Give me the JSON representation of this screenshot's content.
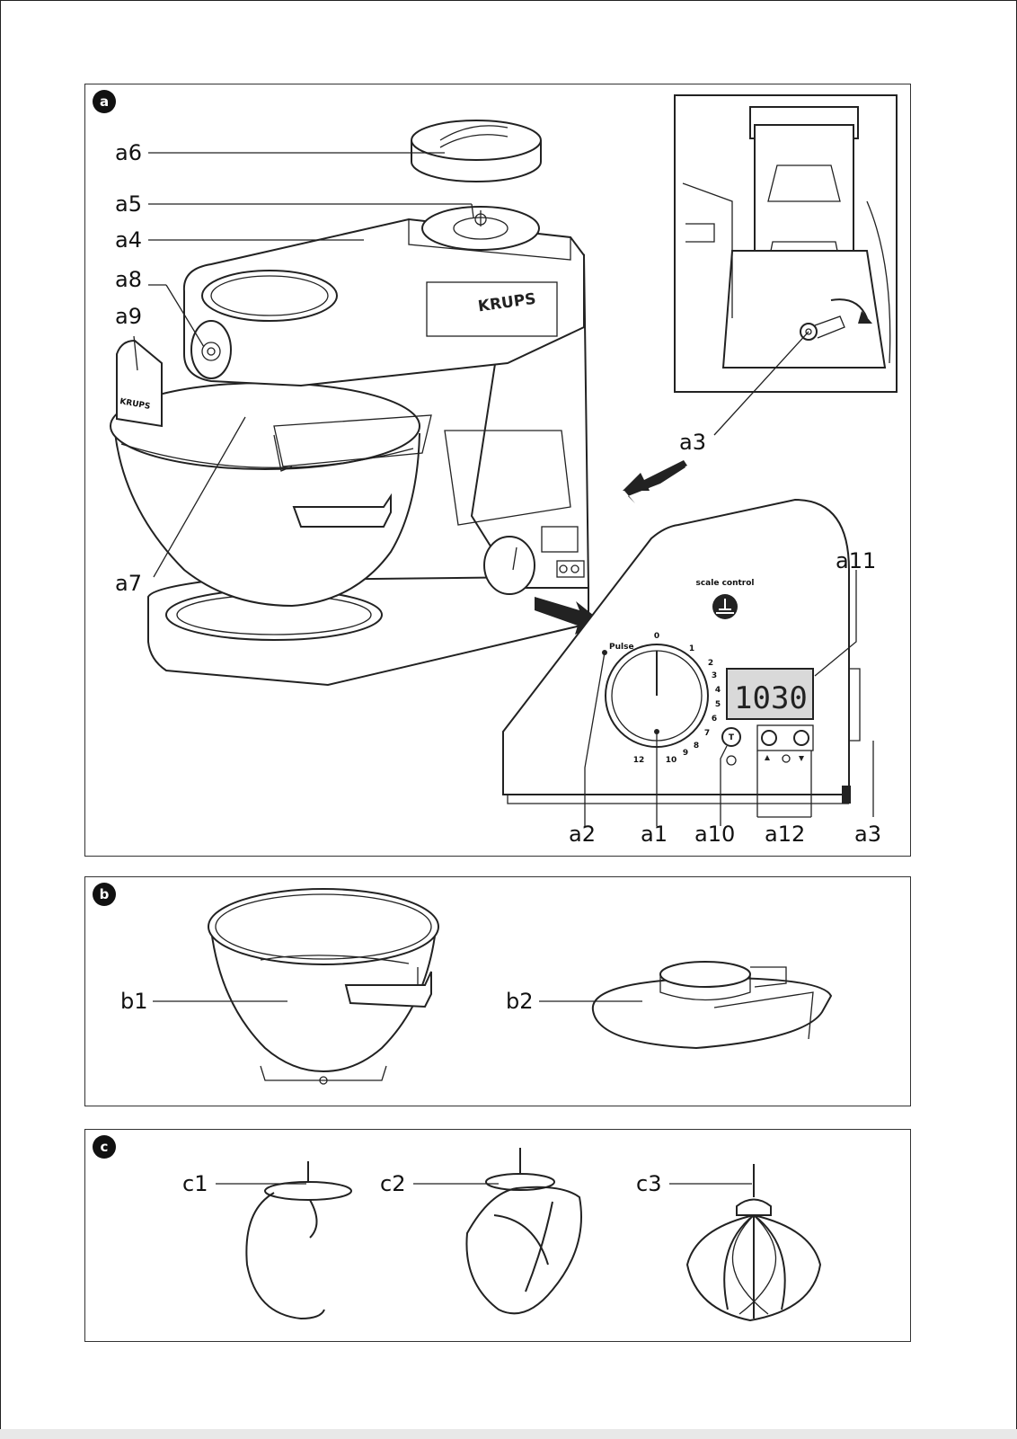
{
  "figure_a": {
    "badge": "a",
    "labels": {
      "a1": "a1",
      "a2": "a2",
      "a3": "a3",
      "a3_inset": "a3",
      "a4": "a4",
      "a5": "a5",
      "a6": "a6",
      "a7": "a7",
      "a8": "a8",
      "a9": "a9",
      "a10": "a10",
      "a11": "a11",
      "a12": "a12"
    },
    "brand_text": "KRUPS",
    "brand_text_lid": "KRUPS",
    "scale_control": "scale control",
    "pulse_text": "Pulse",
    "display_value": "1030",
    "dial_ticks": [
      "0",
      "1",
      "2",
      "3",
      "4",
      "5",
      "6",
      "7",
      "8",
      "9",
      "10",
      "12"
    ]
  },
  "figure_b": {
    "badge": "b",
    "labels": {
      "b1": "b1",
      "b2": "b2"
    }
  },
  "figure_c": {
    "badge": "c",
    "labels": {
      "c1": "c1",
      "c2": "c2",
      "c3": "c3"
    }
  },
  "colors": {
    "line": "#222222",
    "badge": "#111111",
    "display_bg": "#d9d9d9"
  },
  "icons": [
    "scale-icon",
    "arrow-icon"
  ]
}
